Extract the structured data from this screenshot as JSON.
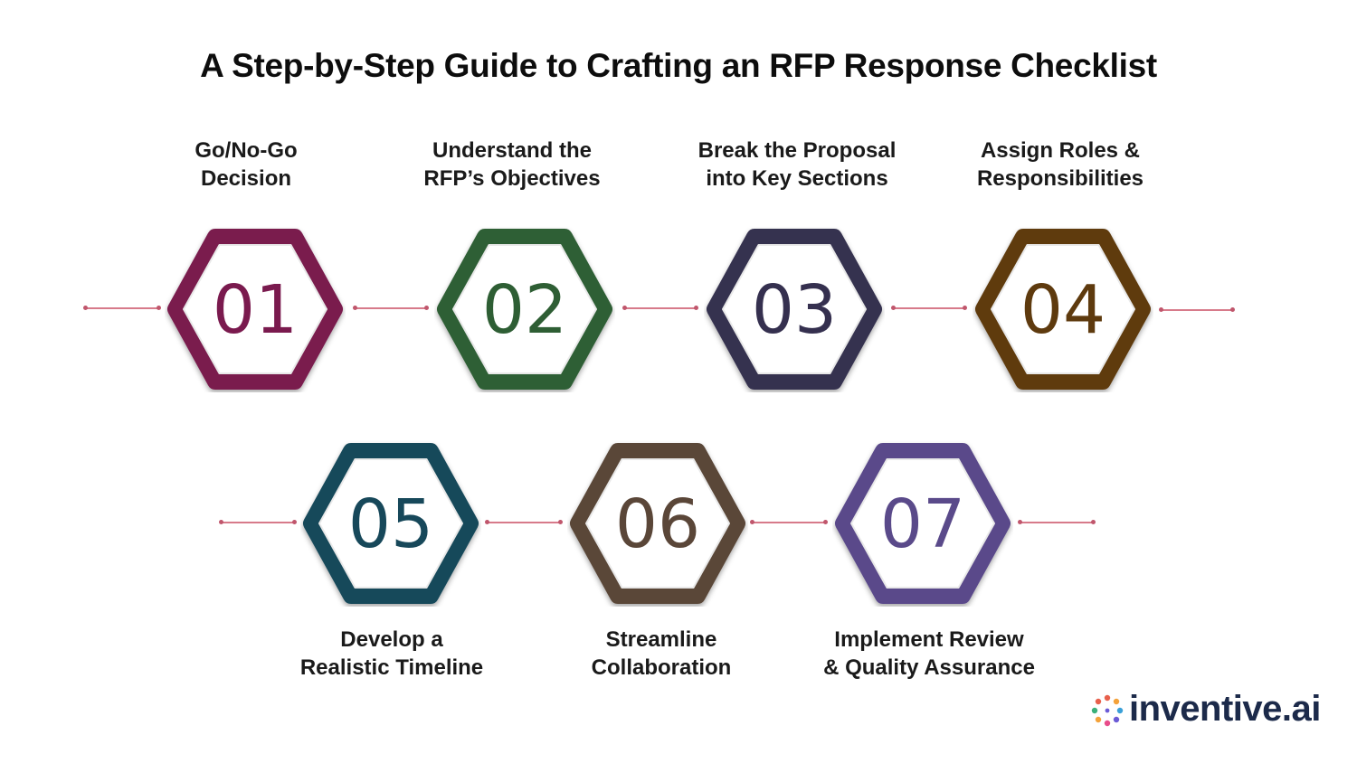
{
  "title": "A Step-by-Step Guide to Crafting an RFP Response Checklist",
  "steps": [
    {
      "number": "01",
      "label_line1": "Go/No-Go",
      "label_line2": "Decision",
      "color": "#7a1a4e"
    },
    {
      "number": "02",
      "label_line1": "Understand the",
      "label_line2": "RFP’s Objectives",
      "color": "#2e5e34"
    },
    {
      "number": "03",
      "label_line1": "Break the Proposal",
      "label_line2": "into Key Sections",
      "color": "#35304f"
    },
    {
      "number": "04",
      "label_line1": "Assign Roles &",
      "label_line2": "Responsibilities",
      "color": "#5e3a0e"
    },
    {
      "number": "05",
      "label_line1": "Develop a",
      "label_line2": "Realistic Timeline",
      "color": "#17485a"
    },
    {
      "number": "06",
      "label_line1": "Streamline",
      "label_line2": "Collaboration",
      "color": "#5a4638"
    },
    {
      "number": "07",
      "label_line1": "Implement Review",
      "label_line2": "& Quality Assurance",
      "color": "#5a4a8a"
    }
  ],
  "colors": {
    "connector": "#d77a8a",
    "connector_dot": "#c0566c"
  },
  "logo": {
    "text": "inventive.ai",
    "icon": "sparkle-dots-icon"
  }
}
